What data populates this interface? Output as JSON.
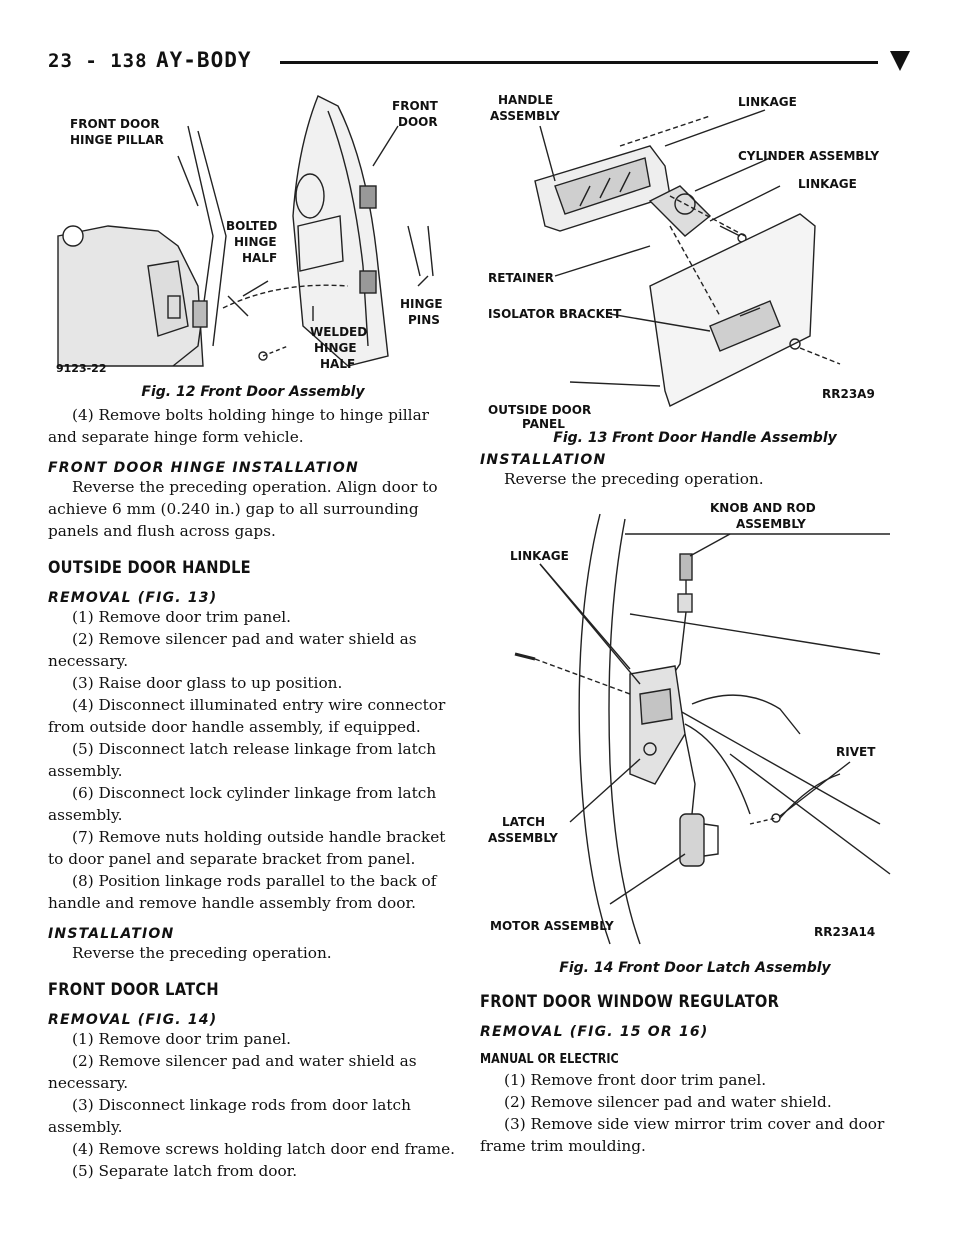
{
  "header": {
    "page": "23 - 138",
    "section": "AY-BODY"
  },
  "fig12": {
    "labels": {
      "front_door_hinge_pillar_1": "FRONT DOOR",
      "front_door_hinge_pillar_2": "HINGE PILLAR",
      "front_door_1": "FRONT",
      "front_door_2": "DOOR",
      "bolted_1": "BOLTED",
      "bolted_2": "HINGE",
      "bolted_3": "HALF",
      "hinge_pins_1": "HINGE",
      "hinge_pins_2": "PINS",
      "welded_1": "WELDED",
      "welded_2": "HINGE",
      "welded_3": "HALF",
      "code": "9123-22"
    },
    "caption": "Fig. 12 Front Door Assembly"
  },
  "left": {
    "step_4a": "(4) Remove bolts holding hinge to hinge pillar and separate hinge form vehicle.",
    "hinge_install_heading": "FRONT DOOR HINGE INSTALLATION",
    "hinge_install_text": "Reverse the preceding operation. Align door to achieve 6 mm (0.240 in.) gap to all surrounding panels and flush across gaps.",
    "outside_handle_heading": "OUTSIDE DOOR HANDLE",
    "removal13_heading": "REMOVAL (FIG. 13)",
    "removal13_steps": [
      "(1) Remove door trim panel.",
      "(2) Remove silencer pad and water shield as necessary.",
      "(3) Raise door glass to up position.",
      "(4) Disconnect illuminated entry wire connector from outside door handle assembly, if equipped.",
      "(5) Disconnect latch release linkage from latch assembly.",
      "(6) Disconnect lock cylinder linkage from latch assembly.",
      "(7) Remove nuts holding outside handle bracket to door panel and separate bracket from panel.",
      "(8) Position linkage rods parallel to the back of handle and remove handle assembly from door."
    ],
    "install_heading": "INSTALLATION",
    "install_text": "Reverse the preceding operation.",
    "latch_heading": "FRONT DOOR LATCH",
    "removal14_heading": "REMOVAL (FIG. 14)",
    "removal14_steps": [
      "(1) Remove door trim panel.",
      "(2) Remove silencer pad and water shield as necessary.",
      "(3) Disconnect linkage rods from door latch assembly.",
      "(4) Remove screws holding latch door end frame.",
      "(5) Separate latch from door."
    ]
  },
  "fig13": {
    "labels": {
      "handle_1": "HANDLE",
      "handle_2": "ASSEMBLY",
      "linkage_top": "LINKAGE",
      "cylinder": "CYLINDER ASSEMBLY",
      "linkage_mid": "LINKAGE",
      "retainer": "RETAINER",
      "isolator": "ISOLATOR BRACKET",
      "outside_panel_1": "OUTSIDE DOOR",
      "outside_panel_2": "PANEL",
      "code": "RR23A9"
    },
    "caption": "Fig. 13 Front Door Handle Assembly"
  },
  "right": {
    "install_heading": "INSTALLATION",
    "install_text": "Reverse the preceding operation.",
    "regulator_heading": "FRONT DOOR WINDOW REGULATOR",
    "removal15_heading": "REMOVAL (FIG. 15 OR 16)",
    "manual_heading": "MANUAL OR ELECTRIC",
    "regulator_steps": [
      "(1) Remove front door trim panel.",
      "(2) Remove silencer pad and water shield.",
      "(3) Remove side view mirror trim cover and door frame trim moulding."
    ]
  },
  "fig14": {
    "labels": {
      "knob_1": "KNOB AND ROD",
      "knob_2": "ASSEMBLY",
      "linkage": "LINKAGE",
      "rivet": "RIVET",
      "latch_1": "LATCH",
      "latch_2": "ASSEMBLY",
      "motor": "MOTOR ASSEMBLY",
      "code": "RR23A14"
    },
    "caption": "Fig. 14 Front Door Latch Assembly"
  }
}
